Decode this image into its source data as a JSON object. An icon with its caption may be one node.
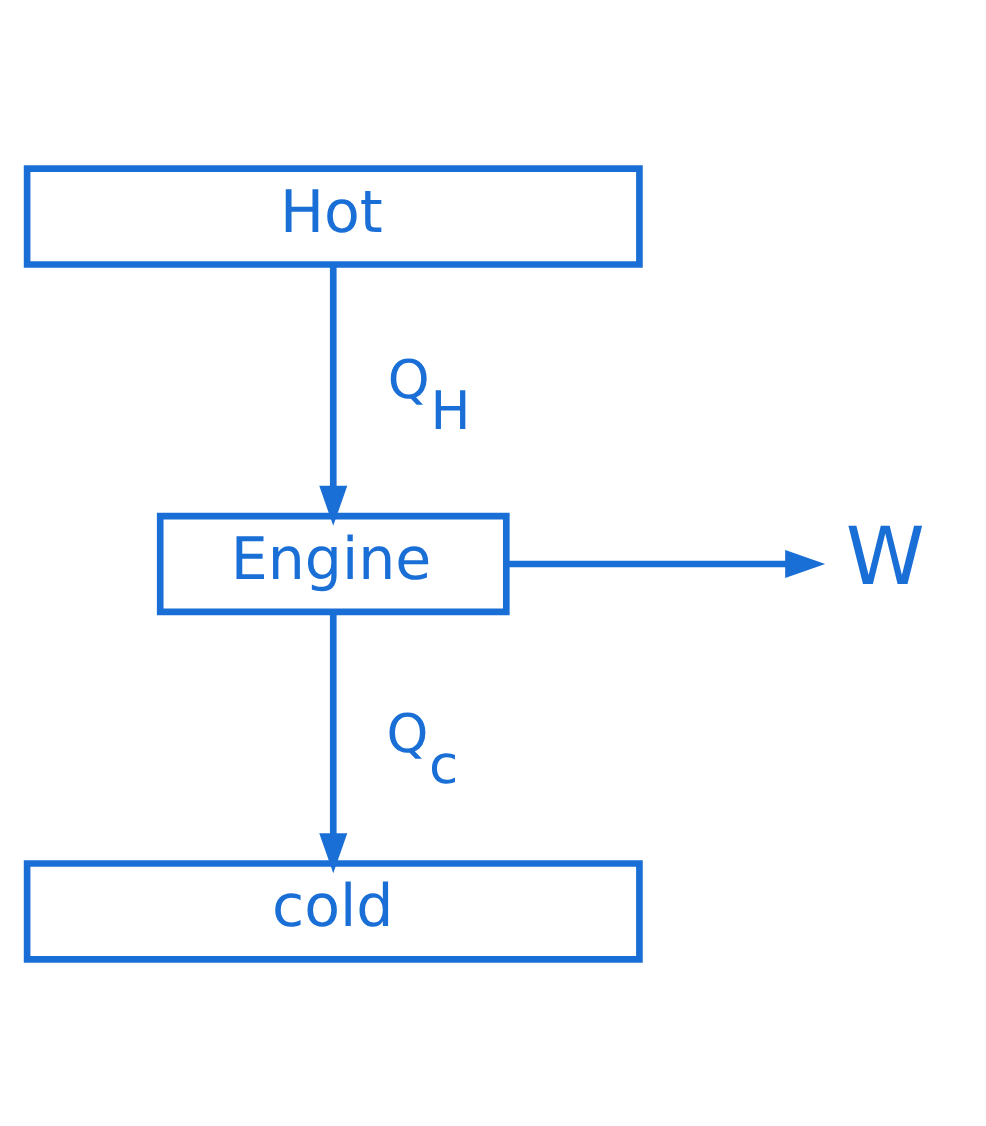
{
  "diagram": {
    "nodes": [
      {
        "text": [
          "Hot"
        ]
      },
      {
        "text": [
          "Engine"
        ]
      },
      {
        "text": [
          "cold"
        ]
      },
      {
        "text": [
          "W"
        ]
      }
    ],
    "edges": [
      {
        "from": 0,
        "to": 1,
        "arrow": "to",
        "label": "Q$_{H}$"
      },
      {
        "from": 1,
        "to": 2,
        "arrow": "to",
        "label": "Q$_{c}$"
      },
      {
        "from": 1,
        "to": 3,
        "arrow": "to"
      }
    ]
  }
}
